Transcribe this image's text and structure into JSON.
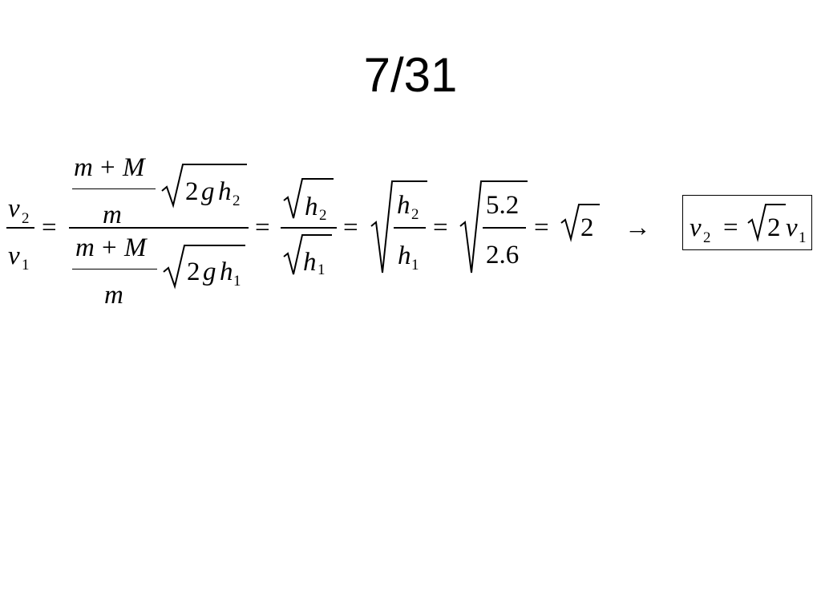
{
  "slide": {
    "title": "7/31"
  },
  "equation": {
    "v": "v",
    "sub_2": "2",
    "sub_1": "1",
    "equals": "=",
    "m": "m",
    "plus": "+",
    "M": "M",
    "two": "2",
    "g": "g",
    "h": "h",
    "num_5_2": "5.2",
    "num_2_6": "2.6",
    "arrow": "→"
  }
}
